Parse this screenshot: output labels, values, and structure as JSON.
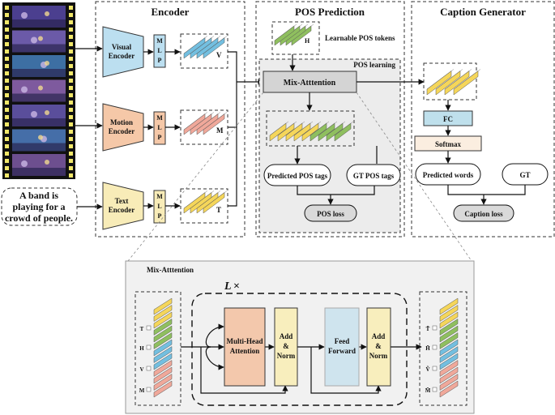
{
  "sections": {
    "encoder_title": "Encoder",
    "pos_title": "POS Prediction",
    "caption_title": "Caption Generator",
    "pos_learning": "POS learning",
    "mix_panel_title": "Mix-Atttention"
  },
  "encoders": {
    "visual": [
      "Visual",
      "Encoder"
    ],
    "motion": [
      "Motion",
      "Encoder"
    ],
    "text": [
      "Text",
      "Encoder"
    ],
    "mlp": [
      "M",
      "L",
      "P"
    ]
  },
  "tokens": {
    "v": "V",
    "m": "M",
    "t": "T",
    "h": "H",
    "learnable": "Learnable POS tokens"
  },
  "input_text": [
    "A band is",
    "playing for a",
    "crowd of people."
  ],
  "pos": {
    "mix_attention": "Mix-Atttention",
    "predicted_tags": "Predicted POS tags",
    "gt_tags": "GT POS tags",
    "loss": "POS loss"
  },
  "caption": {
    "fc": "FC",
    "softmax": "Softmax",
    "predicted_words": "Predicted words",
    "gt": "GT",
    "loss": "Caption loss"
  },
  "mix": {
    "repeat": "L",
    "times": "×",
    "mha": [
      "Multi-Head",
      "Attention"
    ],
    "addnorm": [
      "Add",
      "&",
      "Norm"
    ],
    "ff": [
      "Feed",
      "Forward"
    ],
    "left_labels": [
      "T",
      "H",
      "V",
      "M"
    ],
    "right_labels": [
      "T̃",
      "H̃",
      "Ṽ",
      "M̃"
    ]
  },
  "colors": {
    "visual": "#bcdff0",
    "motion": "#f5c8a8",
    "text": "#f8ecb8",
    "green": "#8fbf5f",
    "yellow": "#f5d65a",
    "blue": "#73bfe0",
    "pink": "#f0a89a",
    "fc": "#bfe0ec",
    "softmax": "#fbeee0",
    "mha": "#f3c8ac",
    "addnorm": "#f8eebd",
    "ff": "#cfe4ee",
    "film": "#f2e86a",
    "gray_panel": "#ececec",
    "loss_fill": "#d9d9d9"
  }
}
